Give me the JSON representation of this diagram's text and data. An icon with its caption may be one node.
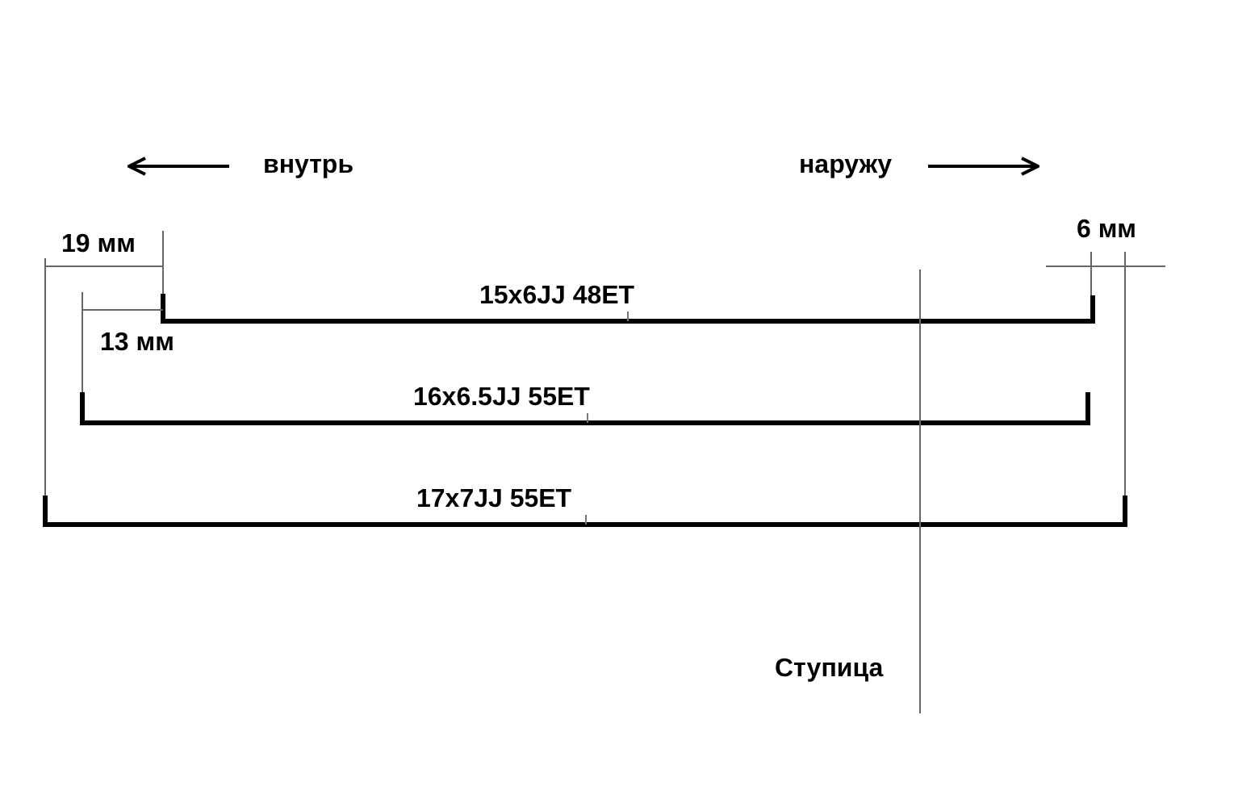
{
  "diagram": {
    "labels": [
      "внутрь",
      "наружу",
      "19 мм",
      "6 мм",
      "15x6JJ 48ET",
      "13 мм",
      "16x6.5JJ 55ET",
      "17x7JJ 55ET",
      "Ступица"
    ]
  }
}
